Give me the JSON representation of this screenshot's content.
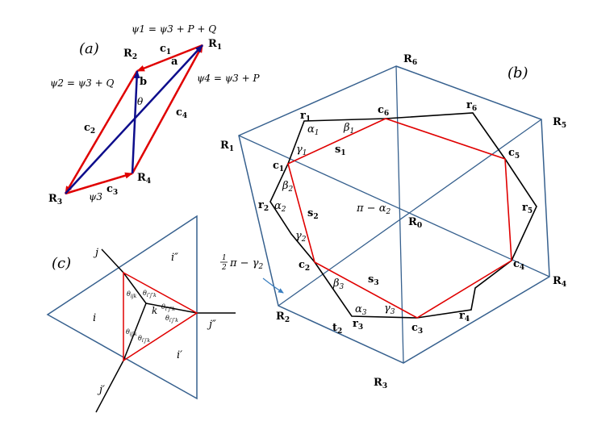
{
  "panel_a": {
    "label": "(a)",
    "vertices": {
      "R1": "R",
      "R1_sub": "1",
      "R2": "R",
      "R2_sub": "2",
      "R3": "R",
      "R3_sub": "3",
      "R4": "R",
      "R4_sub": "4"
    },
    "edges": {
      "c1": "c",
      "c1_sub": "1",
      "c2": "c",
      "c2_sub": "2",
      "c3": "c",
      "c3_sub": "3",
      "c4": "c",
      "c4_sub": "4",
      "a": "a",
      "b": "b"
    },
    "angle": "θ",
    "psi1": "ψ1 = ψ3 + P + Q",
    "psi2": "ψ2 = ψ3 + Q",
    "psi3": "ψ3",
    "psi4": "ψ4 = ψ3 + P"
  },
  "panel_b": {
    "label": "(b)",
    "R": [
      "R",
      "R",
      "R",
      "R",
      "R",
      "R"
    ],
    "R_sub": [
      "1",
      "2",
      "3",
      "4",
      "5",
      "6"
    ],
    "R0": "R",
    "R0_sub": "0",
    "r": [
      "r",
      "r",
      "r",
      "r",
      "r",
      "r"
    ],
    "r_sub": [
      "1",
      "2",
      "3",
      "4",
      "5",
      "6"
    ],
    "c": [
      "c",
      "c",
      "c",
      "c",
      "c",
      "c"
    ],
    "c_sub": [
      "1",
      "2",
      "3",
      "4",
      "5",
      "6"
    ],
    "s": [
      "s",
      "s",
      "s"
    ],
    "s_sub": [
      "1",
      "2",
      "3"
    ],
    "t2": "t",
    "t2_sub": "2",
    "alpha": [
      "α",
      "α",
      "α"
    ],
    "alpha_sub": [
      "1",
      "2",
      "3"
    ],
    "beta": [
      "β",
      "β",
      "β"
    ],
    "beta_sub": [
      "1",
      "2",
      "3"
    ],
    "gamma": [
      "γ",
      "γ",
      "γ"
    ],
    "gamma_sub": [
      "1",
      "2",
      "3"
    ],
    "pi_minus_alpha": "π − α",
    "pi_minus_alpha_sub": "2",
    "half_pi_minus_gamma": "π − γ",
    "half_pi_minus_gamma_sub": "2",
    "half_num": "1",
    "half_den": "2"
  },
  "panel_c": {
    "label": "(c)",
    "i": "i",
    "i_prime": "i′",
    "i_dprime": "i″",
    "j": "j",
    "j_prime": "j′",
    "j_dprime": "j″",
    "k": "k",
    "theta_ijk": "θ",
    "theta_ijk_sub": "ijk",
    "theta_1": "θ",
    "theta_1_sub": "i″j″k",
    "theta_2": "θ",
    "theta_2_sub": "i″j″k",
    "theta_3": "θ",
    "theta_3_sub": "i′j″k",
    "theta_4": "θ",
    "theta_4_sub": "ij′k",
    "theta_5": "θ",
    "theta_5_sub": "i′j′k"
  },
  "colors": {
    "red": "#e00000",
    "navy": "#0d0d8c",
    "steel": "#36608e",
    "black": "#000000",
    "arrow_blue": "#3a7fc0"
  }
}
